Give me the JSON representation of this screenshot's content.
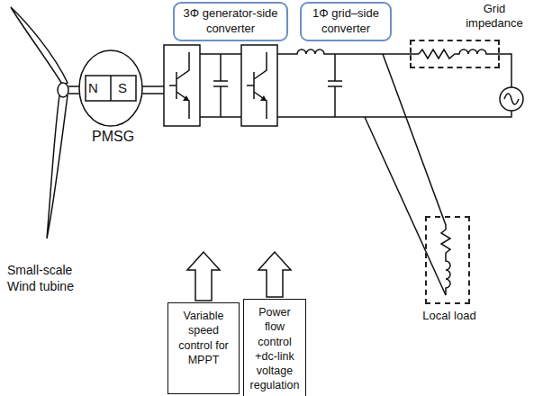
{
  "diagram": {
    "nodes": [
      {
        "text": [
          "3Φ generator-side converter"
        ]
      },
      {
        "text": [
          "1Φ grid–side converter"
        ]
      },
      {
        "text": [
          "Grid impedance"
        ]
      },
      {
        "text": [
          "Local load"
        ]
      },
      {
        "text": [
          "Variable speed control for MPPT"
        ]
      },
      {
        "text": [
          "Power flow control +dc-link voltage regulation"
        ]
      }
    ],
    "labels": [
      "N",
      "S",
      "PMSG",
      "Small-scale Wind tubine"
    ]
  }
}
